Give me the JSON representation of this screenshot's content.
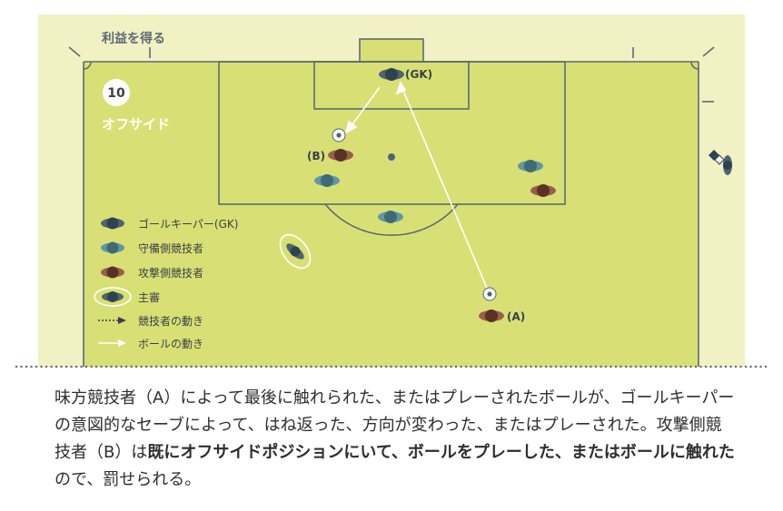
{
  "section_label": "利益を得る",
  "badge_number": "10",
  "title": "オフサイド",
  "labels": {
    "gk": "(GK)",
    "b": "(B)",
    "a": "(A)"
  },
  "legend": [
    {
      "key": "goalkeeper",
      "label": "ゴールキーパー(GK)"
    },
    {
      "key": "defender",
      "label": "守備側競技者"
    },
    {
      "key": "attacker",
      "label": "攻撃側競技者"
    },
    {
      "key": "referee",
      "label": "主審"
    },
    {
      "key": "player-movement",
      "label": "競技者の動き"
    },
    {
      "key": "ball-movement",
      "label": "ボールの動き"
    }
  ],
  "colors": {
    "background": "#f1f1c4",
    "pitch": "#d8e075",
    "lines": "#5d6b73",
    "goalkeeper": "#4f6472",
    "defender": "#5f97a3",
    "attacker": "#9a5e4b",
    "ball_path": "#ffffff",
    "dotted_separator": "#5d6b73"
  },
  "caption": {
    "part1": "味方競技者（A）によって最後に触れられた、またはプレーされたボールが、ゴールキーパーの意図的なセーブによって、はね返った、方向が変わった、またはプレーされた。攻撃側競技者（B）は",
    "bold1": "既にオフサイドポジションにいて、ボールをプレーした、またはボールに触れた",
    "part2": "ので、罰せられる。"
  }
}
